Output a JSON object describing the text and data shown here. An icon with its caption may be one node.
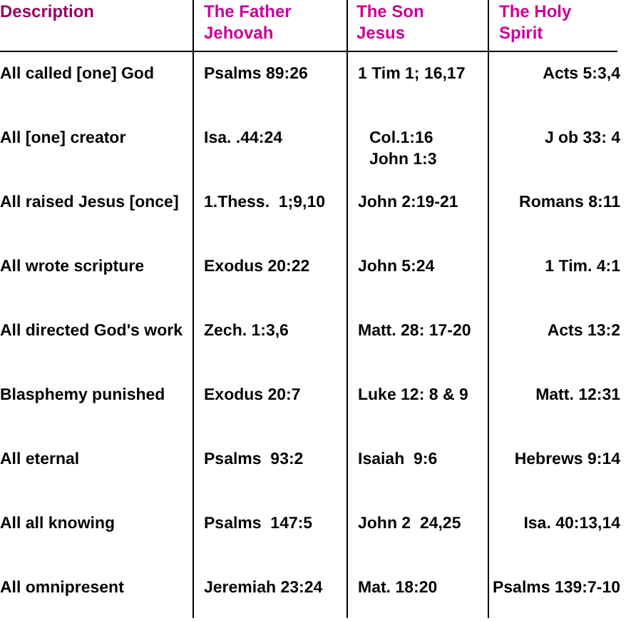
{
  "diagram": {
    "labels": [
      "Description",
      "The Father Jehovah",
      "The Son Jesus",
      "The Holy Spirit",
      "All called [one] God",
      "Psalms 89:26",
      "1 Tim 1; 16,17",
      "Acts 5:3,4",
      "All [one] creator",
      "Isa. .44:24",
      "Col.1:16 John 1:3",
      "J ob 33: 4",
      "All raised Jesus [once]",
      "1.Thess.  1;9,10",
      "John 2:19-21",
      "Romans 8:11",
      "All wrote scripture",
      "Exodus 20:22",
      "John 5:24",
      "1 Tim. 4:1",
      "All directed God's work",
      "Zech. 1:3,6",
      "Matt. 28: 17-20",
      "Acts 13:2",
      "Blasphemy punished",
      "Exodus 20:7",
      "Luke 12: 8 & 9",
      "Matt. 12:31",
      "All eternal",
      "Psalms  93:2",
      "Isaiah  9:6",
      "Hebrews 9:14",
      "All all knowing",
      "Psalms  147:5",
      "John 2  24,25",
      "Isa. 40:13,14",
      "All omnipresent",
      "Jeremiah 23:24",
      "Mat. 18:20",
      "Psalms 139:7-10"
    ]
  }
}
